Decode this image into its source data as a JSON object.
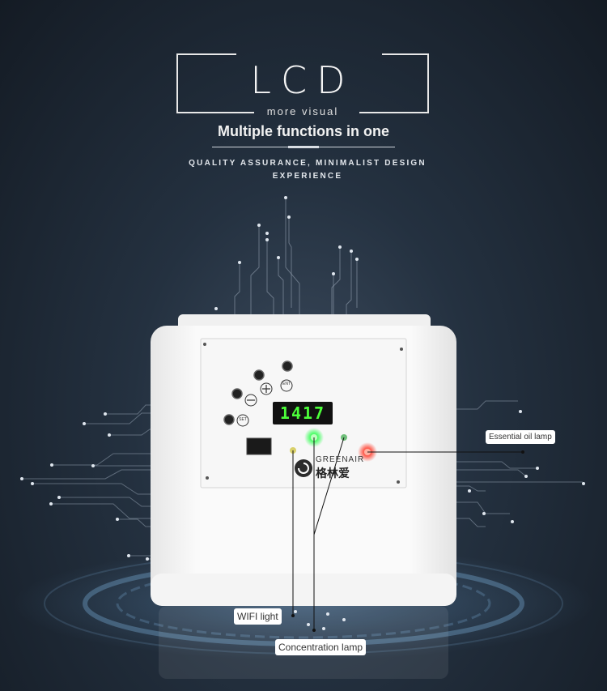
{
  "header": {
    "title": "LCD",
    "subtitle": "more visual",
    "tagline": "Multiple functions in one",
    "description_line1": "QUALITY ASSURANCE, MINIMALIST DESIGN",
    "description_line2": "EXPERIENCE"
  },
  "device": {
    "display_value": "1417",
    "brand_text": "GREENAIR",
    "brand_cn": "格林爱",
    "button_labels": {
      "ent": "ENT",
      "set": "SET"
    }
  },
  "callouts": {
    "essential_oil_lamp": "Essential oil lamp",
    "wifi_light": "WIFI light",
    "concentration_lamp": "Concentration lamp"
  },
  "colors": {
    "background": "#1c2530",
    "device_body": "#f4f4f4",
    "display_digits": "#4cff3a",
    "green_lamp": "#3cff5a",
    "red_lamp": "#ff4a3a",
    "yellow_lamp": "#d9d06a"
  }
}
